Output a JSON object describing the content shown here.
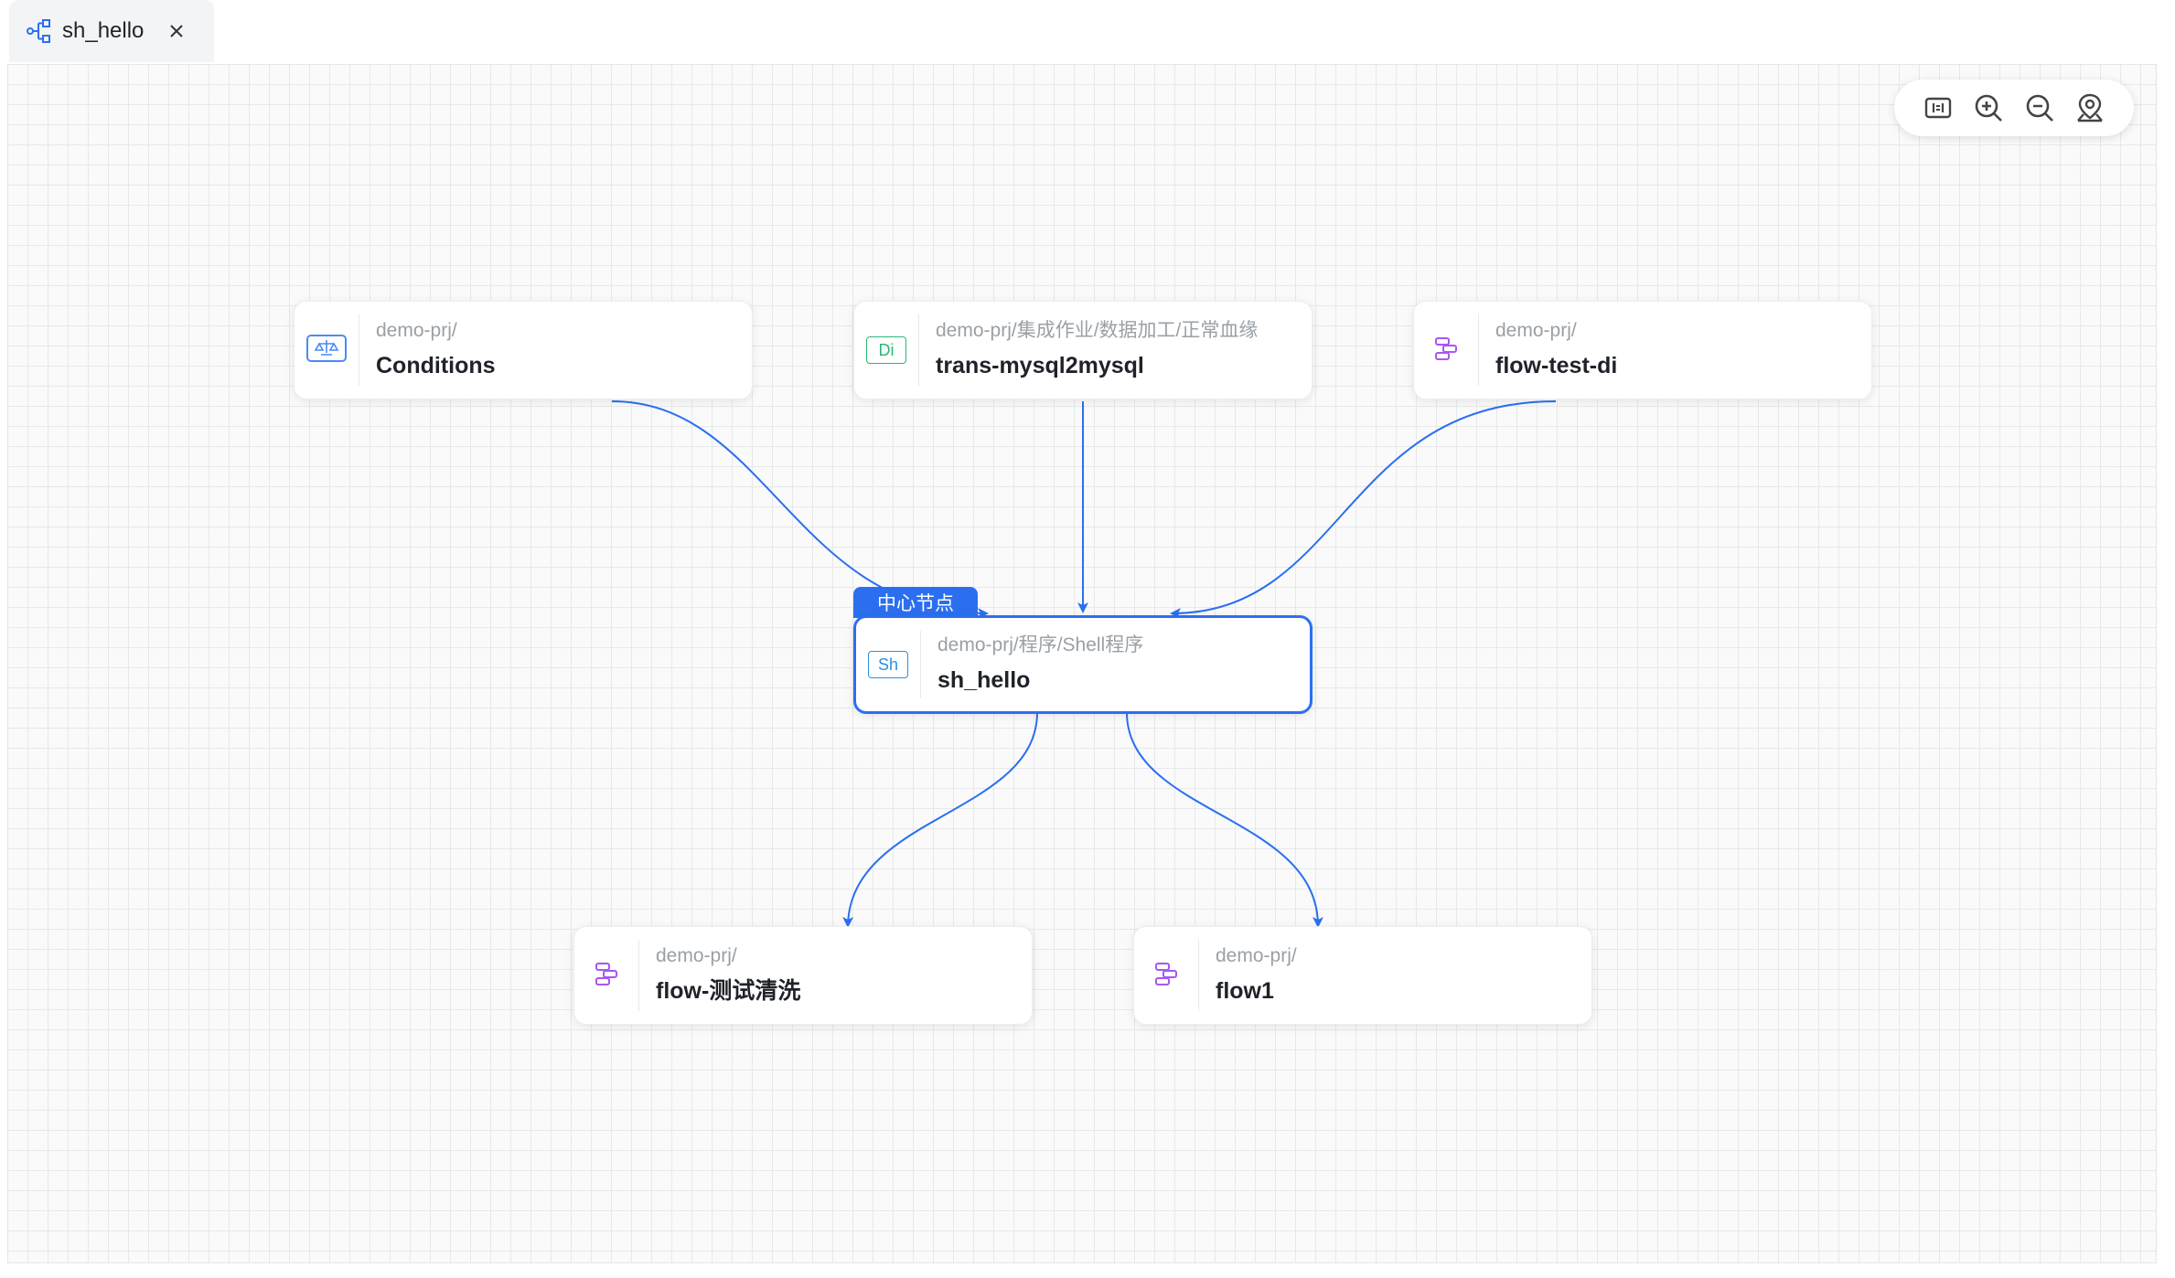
{
  "tab": {
    "label": "sh_hello",
    "icon": "lineage-icon",
    "close_icon": "close-icon"
  },
  "toolbar": {
    "icons": [
      "fit-view-icon",
      "zoom-in-icon",
      "zoom-out-icon",
      "locate-icon"
    ]
  },
  "accent_color": "#2b6ff0",
  "center_tag": "中心节点",
  "nodes": [
    {
      "id": "conditions",
      "path": "demo-prj/",
      "name": "Conditions",
      "icon": "conditions-icon"
    },
    {
      "id": "trans",
      "path": "demo-prj/集成作业/数据加工/正常血缘",
      "name": "trans-mysql2mysql",
      "icon": "di-badge",
      "badge": "Di"
    },
    {
      "id": "flowtestdi",
      "path": "demo-prj/",
      "name": "flow-test-di",
      "icon": "flow-icon"
    },
    {
      "id": "center",
      "path": "demo-prj/程序/Shell程序",
      "name": "sh_hello",
      "icon": "sh-badge",
      "badge": "Sh"
    },
    {
      "id": "flowclean",
      "path": "demo-prj/",
      "name": "flow-测试清洗",
      "icon": "flow-icon"
    },
    {
      "id": "flow1",
      "path": "demo-prj/",
      "name": "flow1",
      "icon": "flow-icon"
    }
  ]
}
